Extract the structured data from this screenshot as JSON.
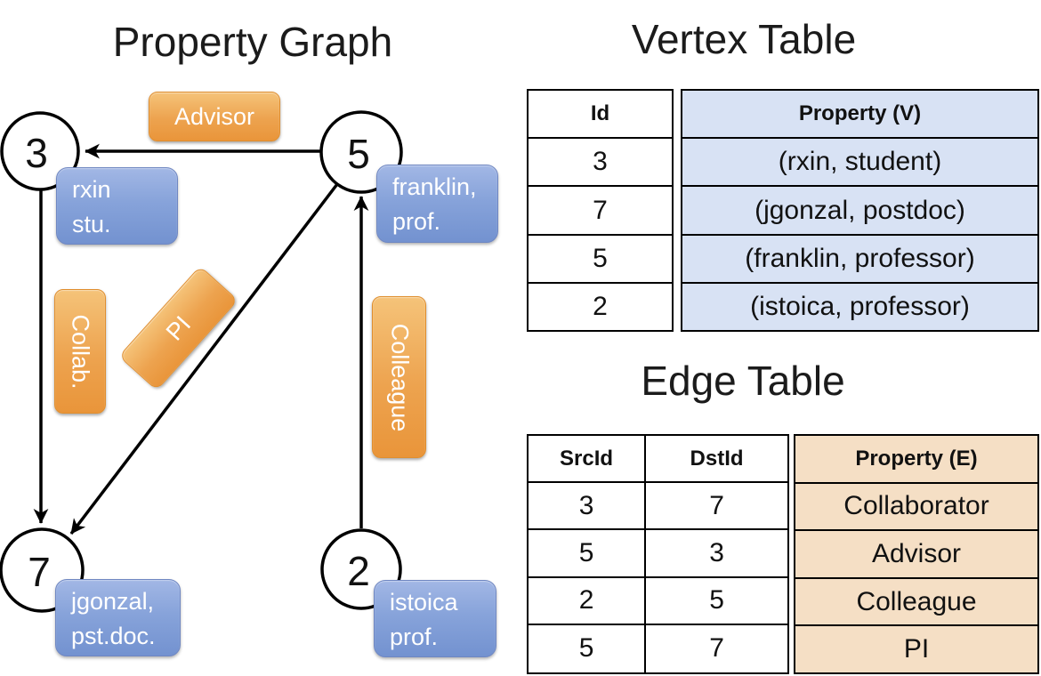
{
  "titles": {
    "graph": "Property Graph",
    "vertex_table": "Vertex Table",
    "edge_table": "Edge Table"
  },
  "graph": {
    "nodes": [
      {
        "id": "3",
        "prop_line1": "rxin",
        "prop_line2": "stu."
      },
      {
        "id": "5",
        "prop_line1": "franklin,",
        "prop_line2": "prof."
      },
      {
        "id": "7",
        "prop_line1": "jgonzal,",
        "prop_line2": "pst.doc."
      },
      {
        "id": "2",
        "prop_line1": "istoica",
        "prop_line2": "prof."
      }
    ],
    "edge_labels": [
      {
        "label": "Advisor",
        "from": "5",
        "to": "3"
      },
      {
        "label": "Collab.",
        "from": "3",
        "to": "7"
      },
      {
        "label": "PI",
        "from": "5",
        "to": "7"
      },
      {
        "label": "Colleague",
        "from": "2",
        "to": "5"
      }
    ]
  },
  "vertex_table": {
    "headers": {
      "id": "Id",
      "property": "Property (V)"
    },
    "rows": [
      {
        "id": "3",
        "property": "(rxin, student)"
      },
      {
        "id": "7",
        "property": "(jgonzal, postdoc)"
      },
      {
        "id": "5",
        "property": "(franklin, professor)"
      },
      {
        "id": "2",
        "property": "(istoica, professor)"
      }
    ]
  },
  "edge_table": {
    "headers": {
      "src": "SrcId",
      "dst": "DstId",
      "property": "Property (E)"
    },
    "rows": [
      {
        "src": "3",
        "dst": "7",
        "property": "Collaborator"
      },
      {
        "src": "5",
        "dst": "3",
        "property": "Advisor"
      },
      {
        "src": "2",
        "dst": "5",
        "property": "Colleague"
      },
      {
        "src": "5",
        "dst": "7",
        "property": "PI"
      }
    ]
  },
  "colors": {
    "edge_label_orange": "#eda34f",
    "vertex_box_blue": "#7f9ed8",
    "vertex_table_fill": "#d8e2f4",
    "edge_table_fill": "#f5dfc5",
    "line_black": "#000000"
  }
}
